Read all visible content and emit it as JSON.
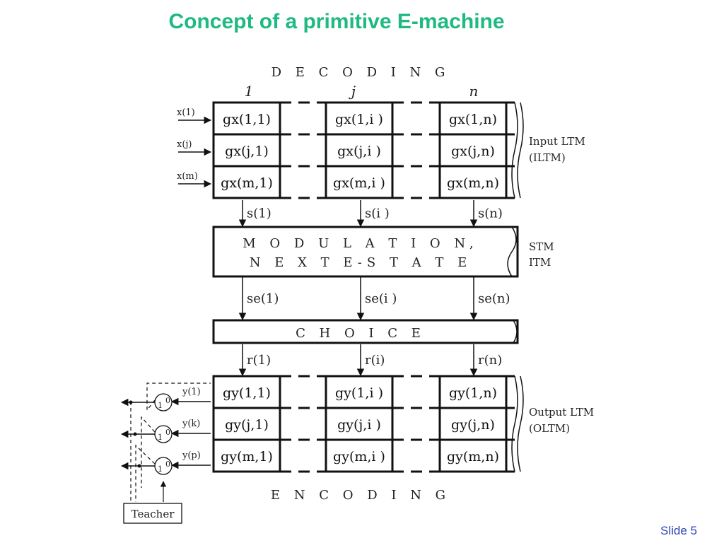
{
  "title": "Concept of a primitive E-machine",
  "slide_label": "Slide 5",
  "decoding_label": "D E C O D I N G",
  "encoding_label": "E N C O D I N G",
  "column_headers": [
    "1",
    "j",
    "n"
  ],
  "input_signals": [
    "x(1)",
    "x(j)",
    "x(m)"
  ],
  "ilt_cells": [
    [
      "gx(1,1)",
      "gx(1,i )",
      "gx(1,n)"
    ],
    [
      "gx(j,1)",
      "gx(j,i )",
      "gx(j,n)"
    ],
    [
      "gx(m,1)",
      "gx(m,i )",
      "gx(m,n)"
    ]
  ],
  "s_signals": [
    "s(1)",
    "s(i )",
    "s(n)"
  ],
  "modulation_lines": [
    "M O D U L A T I O N,",
    "N E X T    E-S T A T E"
  ],
  "se_signals": [
    "se(1)",
    "se(i )",
    "se(n)"
  ],
  "choice_label": "C H O I C E",
  "r_signals": [
    "r(1)",
    "r(i)",
    "r(n)"
  ],
  "olt_cells": [
    [
      "gy(1,1)",
      "gy(1,i )",
      "gy(1,n)"
    ],
    [
      "gy(j,1)",
      "gy(j,i )",
      "gy(j,n)"
    ],
    [
      "gy(m,1)",
      "gy(m,i )",
      "gy(m,n)"
    ]
  ],
  "output_signals": [
    "y(1)",
    "y(k)",
    "y(p)"
  ],
  "switch_labels": {
    "one": "1",
    "zero": "0"
  },
  "teacher_label": "Teacher",
  "side_labels": {
    "input_ltm": [
      "Input LTM",
      "(ILTM)"
    ],
    "stm_itm": [
      "STM",
      "ITM"
    ],
    "output_ltm": [
      "Output LTM",
      "(OLTM)"
    ]
  }
}
